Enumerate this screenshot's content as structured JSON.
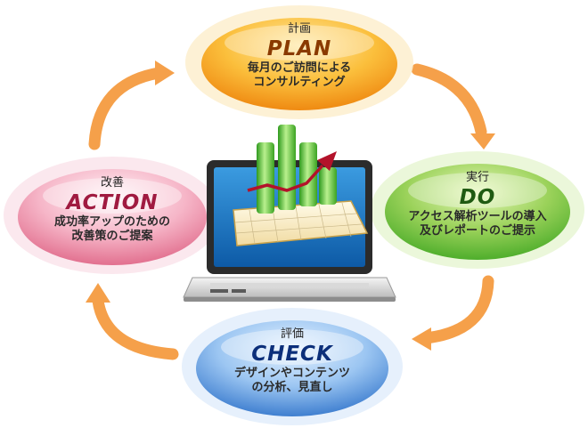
{
  "colors": {
    "plan": "#f39a1a",
    "do": "#5fb83a",
    "check": "#3f7fd0",
    "action": "#e77f9e",
    "arrow": "#f5a04a",
    "plan_title": "#8a3a00",
    "do_title": "#1f5a12",
    "check_title": "#0c2f7a",
    "action_title": "#a01a40"
  },
  "nodes": {
    "plan": {
      "jp_title": "計画",
      "en_title": "PLAN",
      "desc": [
        "毎月のご訪問による",
        "コンサルティング"
      ]
    },
    "do": {
      "jp_title": "実行",
      "en_title": "DO",
      "desc": [
        "アクセス解析ツールの導入",
        "及びレポートのご提示"
      ]
    },
    "check": {
      "jp_title": "評価",
      "en_title": "CHECK",
      "desc": [
        "デザインやコンテンツ",
        "の分析、見直し"
      ]
    },
    "action": {
      "jp_title": "改善",
      "en_title": "ACTION",
      "desc": [
        "成功率アップのための",
        "改善策のご提案"
      ]
    }
  },
  "center": {
    "icon": "laptop-growth-chart-icon"
  }
}
